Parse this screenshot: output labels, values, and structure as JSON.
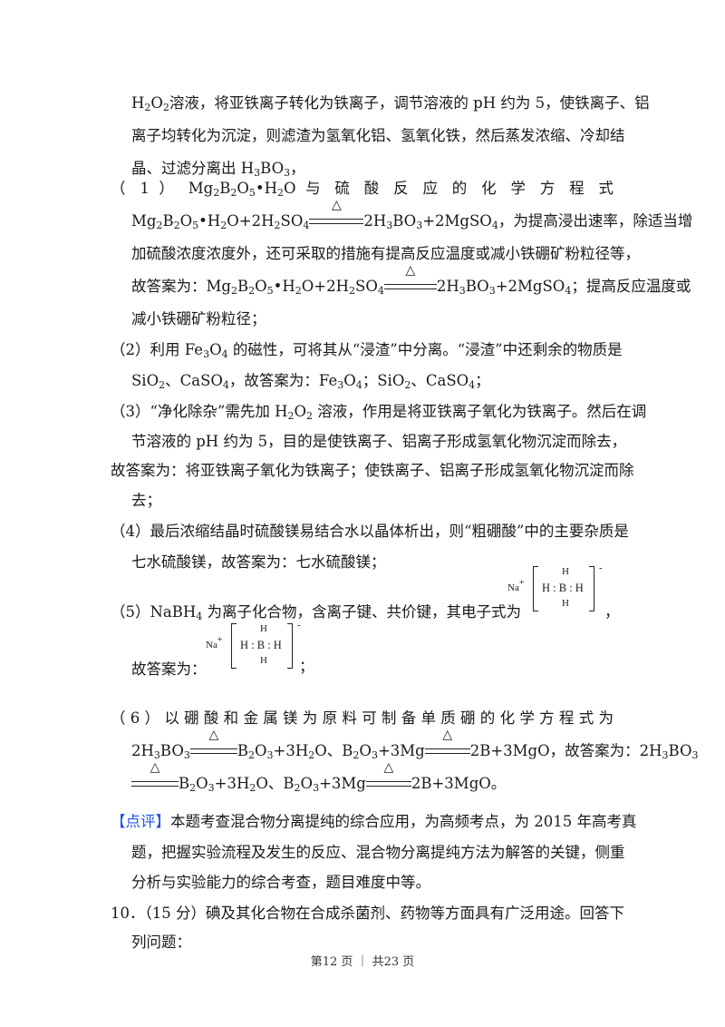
{
  "lines": {
    "l1": "溶液，将亚铁离子转化为铁离子，调节溶液的 pH 约为 5，使铁离子、铝",
    "l2": "离子均转化为沉淀，则滤渣为氢氧化铝、氢氧化铁，然后蒸发浓缩、冷却结",
    "l3": "晶、过滤分离出 H",
    "l3_end": "，",
    "l4_prefix": "（ 1 ）",
    "l4_tail": "与 硫 酸 反 应 的 化 学 方 程 式",
    "l5_tail": "，为提高浸出速率，除适当增",
    "l6": "加硫酸浓度浓度外，还可采取的措施有提高反应温度或减小铁硼矿粉粒径等，",
    "l7_prefix": "故答案为：",
    "l7_tail": "；提高反应温度或",
    "l8": "减小铁硼矿粉粒径；",
    "l9a": "（2）利用 Fe",
    "l9b": " 的磁性，可将其从“浸渣”中分离。“浸渣”中还剩余的物质是",
    "l10": "，故答案为：",
    "l11a": "（3）“净化除杂”需先加 H",
    "l11b": " 溶液，作用是将亚铁离子氧化为铁离子。然后在调",
    "l12": "节溶液的 pH 约为 5，目的是使铁离子、铝离子形成氢氧化物沉淀而除去，",
    "l13": "故答案为：将亚铁离子氧化为铁离子；使铁离子、铝离子形成氢氧化物沉淀而除",
    "l14": "去；",
    "l15": "（4）最后浓缩结晶时硫酸镁易结合水以晶体析出，则“粗硼酸”中的主要杂质是",
    "l16": "七水硫酸镁，故答案为：七水硫酸镁；",
    "l17a": "（5）NaBH",
    "l17b": " 为离子化合物，含离子键、共价键，其电子式为",
    "l17_end": "，",
    "l18": "故答案为：",
    "l18_end": "；",
    "l19": "（ 6 ） 以 硼 酸 和 金 属 镁 为 原 料 可 制 备 单 质 硼 的 化 学 方 程 式 为",
    "l20_mid": "，故答案为：",
    "comment_label": "【点评】",
    "c1": "本题考查混合物分离提纯的综合应用，为高频考点，为 2015 年高考真",
    "c2": "题，把握实验流程及发生的反应、混合物分离提纯方法为解答的关键，侧重",
    "c3": "分析与实验能力的综合考查，题目难度中等。",
    "q10a": "10．（15 分）碘及其化合物在合成杀菌剂、药物等方面具有广泛用途。回答下",
    "q10b": "列问题："
  },
  "chem": {
    "H": "H",
    "O2": "2",
    "B": "B",
    "O": "O",
    "O3": "3",
    "Mg": "Mg",
    "Mg2": "Mg",
    "n2": "2",
    "n5": "5",
    "n4": "4",
    "n3": "3",
    "mg2b2o5_h2o": "•H",
    "h2o_tail": "O",
    "plus_2h2so4": "O+2H",
    "so": "SO",
    "arrow_tri": "△",
    "prod": "=2H",
    "bo3_mgso4": "BO",
    "plus_mgso4": "+2MgSO",
    "fe": "Fe",
    "sio2_caso4": "SiO",
    "caso4": "、CaSO",
    "semicolon": "；",
    "r1_left": "2H",
    "r1_right": "B",
    "r1_prod": "+3H",
    "r2_left": "、B",
    "r2_mg": "+3Mg",
    "r2_prod": "2B+3MgO"
  },
  "electron_dot": {
    "na": "Na",
    "plus": "+",
    "core": "H : B : H",
    "h": "H",
    "minus": "-"
  },
  "footer": "第12 页 ｜ 共23 页"
}
